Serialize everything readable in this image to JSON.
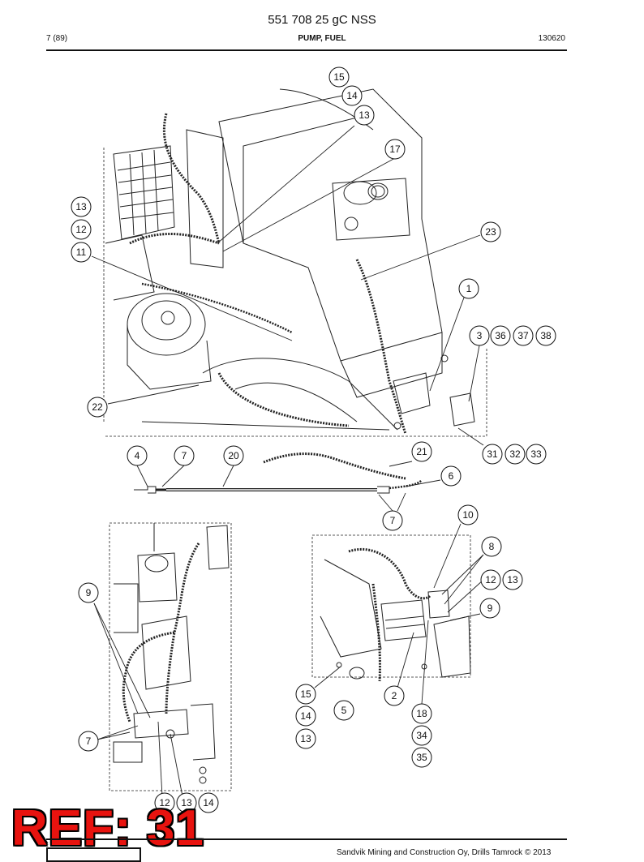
{
  "header": {
    "doc_title": "551 708 25 gC NSS",
    "page": "7 (89)",
    "section": "PUMP, FUEL",
    "doc_date": "130620"
  },
  "callouts": [
    {
      "id": "c15a",
      "n": "15"
    },
    {
      "id": "c14a",
      "n": "14"
    },
    {
      "id": "c13a",
      "n": "13"
    },
    {
      "id": "c17",
      "n": "17"
    },
    {
      "id": "c13b",
      "n": "13"
    },
    {
      "id": "c12a",
      "n": "12"
    },
    {
      "id": "c11",
      "n": "11"
    },
    {
      "id": "c23",
      "n": "23"
    },
    {
      "id": "c1",
      "n": "1"
    },
    {
      "id": "c3",
      "n": "3"
    },
    {
      "id": "c36",
      "n": "36"
    },
    {
      "id": "c37",
      "n": "37"
    },
    {
      "id": "c38",
      "n": "38"
    },
    {
      "id": "c22",
      "n": "22"
    },
    {
      "id": "c4",
      "n": "4"
    },
    {
      "id": "c7a",
      "n": "7"
    },
    {
      "id": "c20",
      "n": "20"
    },
    {
      "id": "c21",
      "n": "21"
    },
    {
      "id": "c31",
      "n": "31"
    },
    {
      "id": "c32",
      "n": "32"
    },
    {
      "id": "c33",
      "n": "33"
    },
    {
      "id": "c6",
      "n": "6"
    },
    {
      "id": "c7b",
      "n": "7"
    },
    {
      "id": "c10",
      "n": "10"
    },
    {
      "id": "c8",
      "n": "8"
    },
    {
      "id": "c12b",
      "n": "12"
    },
    {
      "id": "c13c",
      "n": "13"
    },
    {
      "id": "c9a",
      "n": "9"
    },
    {
      "id": "c9b",
      "n": "9"
    },
    {
      "id": "c15b",
      "n": "15"
    },
    {
      "id": "c5",
      "n": "5"
    },
    {
      "id": "c2",
      "n": "2"
    },
    {
      "id": "c14b",
      "n": "14"
    },
    {
      "id": "c18",
      "n": "18"
    },
    {
      "id": "c13d",
      "n": "13"
    },
    {
      "id": "c34",
      "n": "34"
    },
    {
      "id": "c7c",
      "n": "7"
    },
    {
      "id": "c35",
      "n": "35"
    },
    {
      "id": "c12c",
      "n": "12"
    },
    {
      "id": "c13e",
      "n": "13"
    },
    {
      "id": "c14c",
      "n": "14"
    }
  ],
  "stamp": "REF: 31",
  "footer": "Sandvik Mining and Construction Oy, Drills Tamrock © 2013",
  "colors": {
    "stamp_red": "#e8130f",
    "ink": "#111111"
  }
}
